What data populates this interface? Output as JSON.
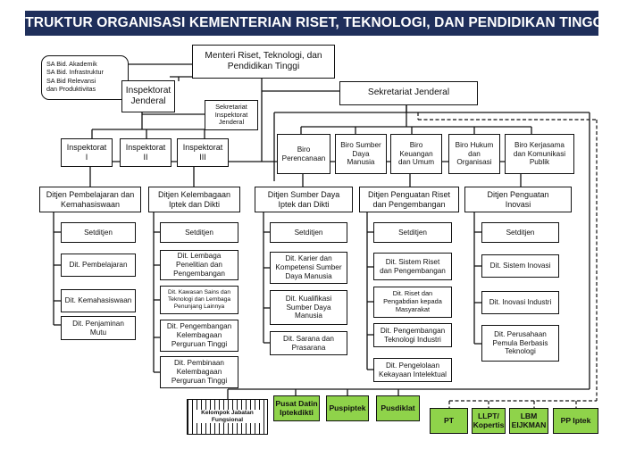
{
  "title": "STRUKTUR ORGANISASI KEMENTERIAN RISET, TEKNOLOGI, DAN PENDIDIKAN TINGGI",
  "menteri": "Menteri Riset, Teknologi, dan\nPendidikan Tinggi",
  "staf_ahli": [
    "SA Bid. Akademik",
    "SA Bid. Infrastruktur",
    "SA Bid Relevansi",
    "dan Produktivitas"
  ],
  "inspektorat_jenderal": "Inspektorat\nJenderal",
  "sekretariat_inspektorat": "Sekretariat\nInspektorat\nJenderal",
  "inspektorat": [
    "Inspektorat\nI",
    "Inspektorat\nII",
    "Inspektorat\nIII"
  ],
  "sekretariat_jenderal": "Sekretariat Jenderal",
  "biro": [
    "Biro\nPerencanaan",
    "Biro Sumber\nDaya\nManusia",
    "Biro\nKeuangan\ndan Umum",
    "Biro Hukum\ndan\nOrganisasi",
    "Biro Kerjasama\ndan Komunikasi\nPublik"
  ],
  "ditjen": [
    {
      "name": "Ditjen Pembelajaran dan\nKemahasiswaan",
      "units": [
        "Setditjen",
        "Dit. Pembelajaran",
        "Dit. Kemahasiswaan",
        "Dit. Penjaminan\nMutu"
      ]
    },
    {
      "name": "Ditjen Kelembagaan\nIptek dan Dikti",
      "units": [
        "Setditjen",
        "Dit. Lembaga\nPenelitian dan\nPengembangan",
        "Dit. Kawasan Sains dan\nTeknologi dan Lembaga\nPenunjang Lainnya",
        "Dit. Pengembangan\nKelembagaan\nPerguruan Tinggi",
        "Dit. Pembinaan\nKelembagaan\nPerguruan Tinggi"
      ]
    },
    {
      "name": "Ditjen Sumber  Daya\nIptek dan Dikti",
      "units": [
        "Setditjen",
        "Dit. Karier dan\nKompetensi Sumber\nDaya Manusia",
        "Dit. Kualifikasi\nSumber Daya\nManusia",
        "Dit. Sarana dan\nPrasarana"
      ]
    },
    {
      "name": "Ditjen Penguatan Riset\ndan Pengembangan",
      "units": [
        "Setditjen",
        "Dit. Sistem Riset\ndan Pengembangan",
        "Dit. Riset dan\nPengabdian kepada\nMasyarakat",
        "Dit. Pengembangan\nTeknologi Industri",
        "Dit. Pengelolaan\nKekayaan Intelektual"
      ]
    },
    {
      "name": "Ditjen Penguatan\nInovasi",
      "units": [
        "Setditjen",
        "Dit. Sistem Inovasi",
        "Dit. Inovasi Industri",
        "Dit. Perusahaan\nPemula Berbasis\nTeknologi"
      ]
    }
  ],
  "kelompok_jabatan": "Kelompok Jabatan\nFungsional",
  "pusat": [
    "Pusat Datin\nIptekdikti",
    "Puspiptek",
    "Pusdiklat"
  ],
  "bottom_right": [
    "PT",
    "LLPT/\nKopertis",
    "LBM\nEIJKMAN",
    "PP Iptek"
  ],
  "colors": {
    "title_bg": "#1f2f5b",
    "title_text": "#ffffff",
    "green": "#8fd34a"
  }
}
